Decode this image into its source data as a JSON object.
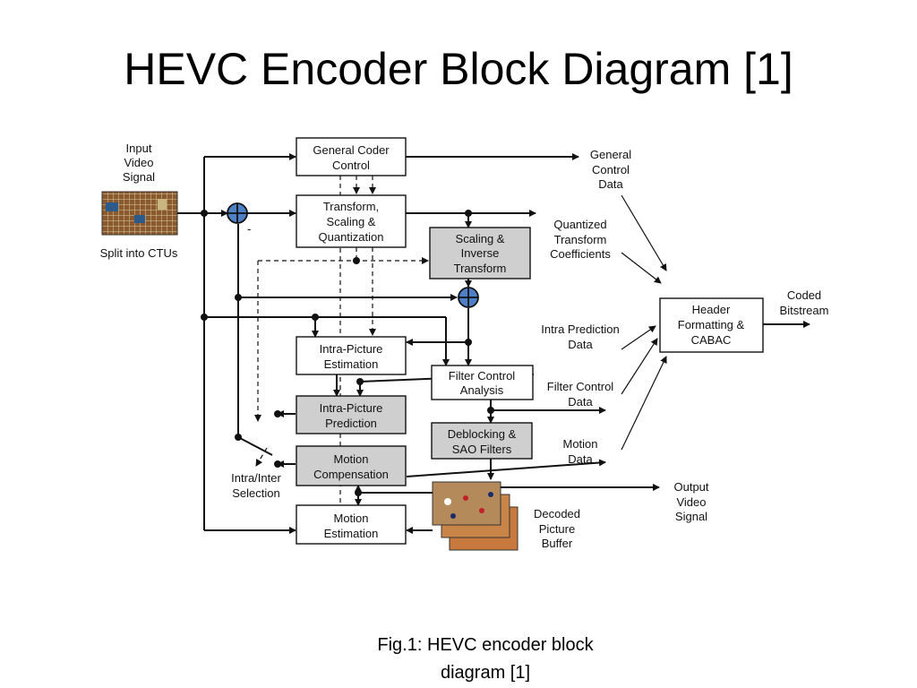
{
  "title": "HEVC Encoder Block Diagram [1]",
  "caption_line1": "Fig.1: HEVC encoder block",
  "caption_line2": "diagram [1]",
  "blocks": {
    "general_coder_control": [
      "General Coder",
      "Control"
    ],
    "transform_scaling_quant": [
      "Transform,",
      "Scaling &",
      "Quantization"
    ],
    "scaling_inverse_transform": [
      "Scaling &",
      "Inverse",
      "Transform"
    ],
    "intra_picture_estimation": [
      "Intra-Picture",
      "Estimation"
    ],
    "filter_control_analysis": [
      "Filter Control",
      "Analysis"
    ],
    "intra_picture_prediction": [
      "Intra-Picture",
      "Prediction"
    ],
    "deblocking_sao": [
      "Deblocking &",
      "SAO Filters"
    ],
    "motion_compensation": [
      "Motion",
      "Compensation"
    ],
    "motion_estimation": [
      "Motion",
      "Estimation"
    ],
    "header_formatting_cabac": [
      "Header",
      "Formatting &",
      "CABAC"
    ]
  },
  "labels": {
    "input_video_signal": [
      "Input",
      "Video",
      "Signal"
    ],
    "split_into_ctus": "Split into CTUs",
    "general_control_data": [
      "General",
      "Control",
      "Data"
    ],
    "quantized_transform_coefficients": [
      "Quantized",
      "Transform",
      "Coefficients"
    ],
    "coded_bitstream": [
      "Coded",
      "Bitstream"
    ],
    "intra_prediction_data": [
      "Intra Prediction",
      "Data"
    ],
    "filter_control_data": [
      "Filter Control",
      "Data"
    ],
    "motion_data": [
      "Motion",
      "Data"
    ],
    "output_video_signal": [
      "Output",
      "Video",
      "Signal"
    ],
    "decoded_picture_buffer": [
      "Decoded",
      "Picture",
      "Buffer"
    ],
    "intra_inter_selection": [
      "Intra/Inter",
      "Selection"
    ],
    "minus_sign": "-"
  },
  "colors": {
    "summation_node": "#4f7fc4",
    "processing_block": "#cfcfcf"
  }
}
